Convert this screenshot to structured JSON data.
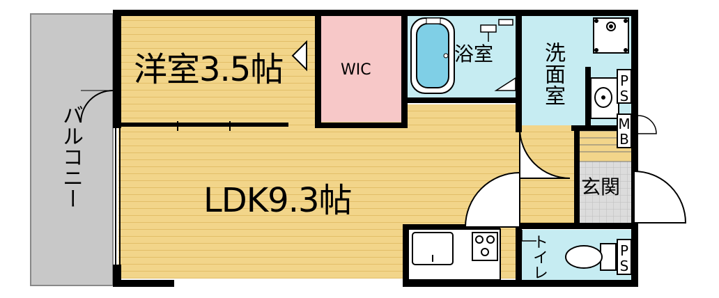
{
  "rooms": {
    "western_room": "洋室3.5帖",
    "wic": "WIC",
    "bath": "浴室",
    "washroom": "洗面室",
    "ldk": "LDK9.3帖",
    "entrance": "玄関",
    "toilet": "トイレ",
    "balcony": "バルコニー",
    "ps_upper": "PS",
    "mb": "MB",
    "ps_lower": "PS"
  },
  "colors": {
    "floor_wood": "#f2d58a",
    "floor_wood_line": "#e2be68",
    "wic": "#f7c8c8",
    "wet_area": "#c6ecf2",
    "bathtub": "#7fcfe6",
    "balcony": "#c8c8c8",
    "entrance": "#dcdcdc",
    "wall": "#000000"
  }
}
